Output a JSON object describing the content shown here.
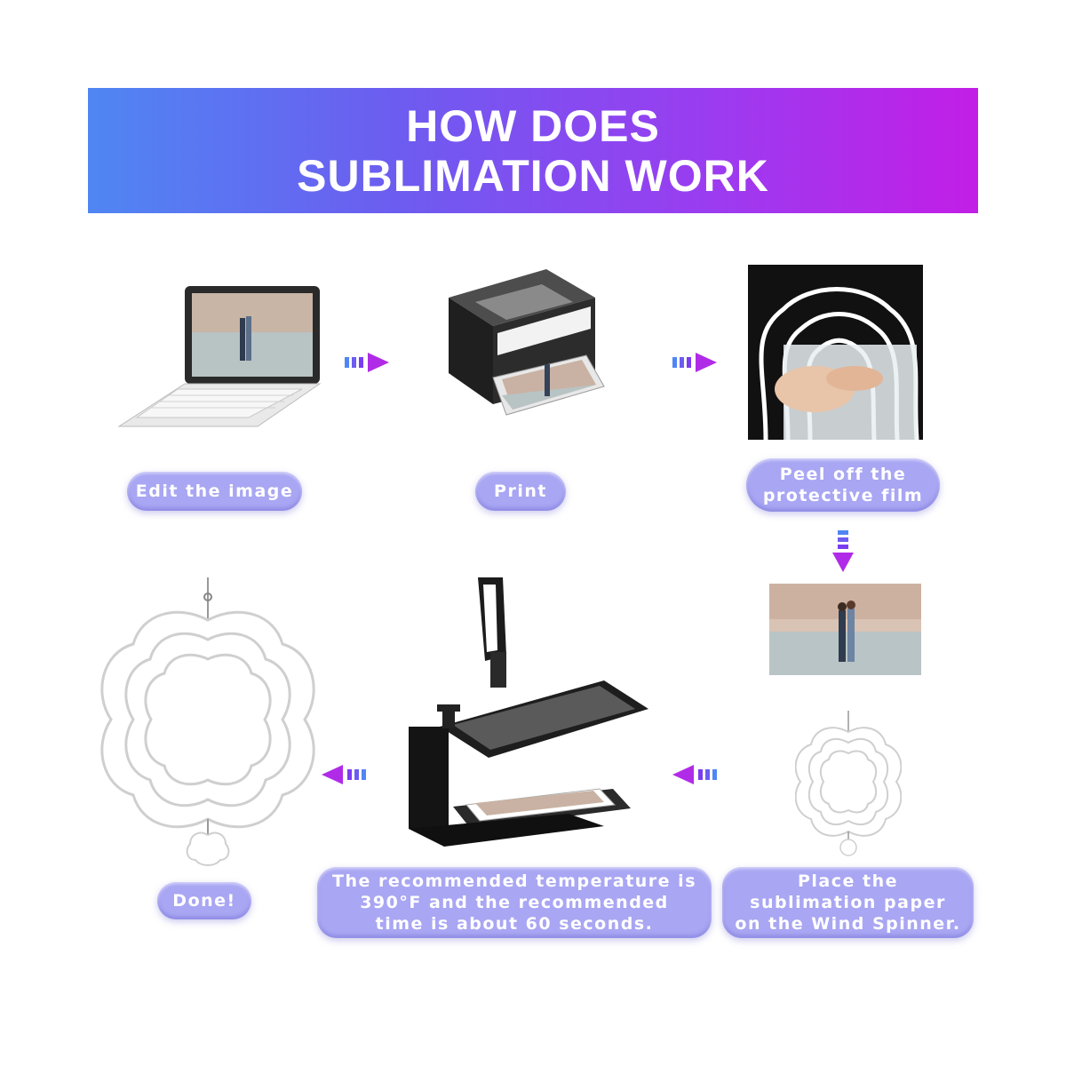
{
  "banner": {
    "line1": "HOW DOES",
    "line2": "SUBLIMATION WORK"
  },
  "steps": {
    "edit": "Edit the image",
    "print": "Print",
    "peel_line1": "Peel off the",
    "peel_line2": "protective film",
    "place_line1": "Place the",
    "place_line2": "sublimation paper",
    "place_line3": "on the Wind Spinner.",
    "press_line1": "The recommended temperature is",
    "press_line2": "390°F and the recommended",
    "press_line3": "time is about 60 seconds.",
    "done": "Done!"
  },
  "colors": {
    "pill": "#a9a6f3",
    "arrow_purple": "#7a3cf0",
    "arrow_magenta": "#c21ee6"
  }
}
